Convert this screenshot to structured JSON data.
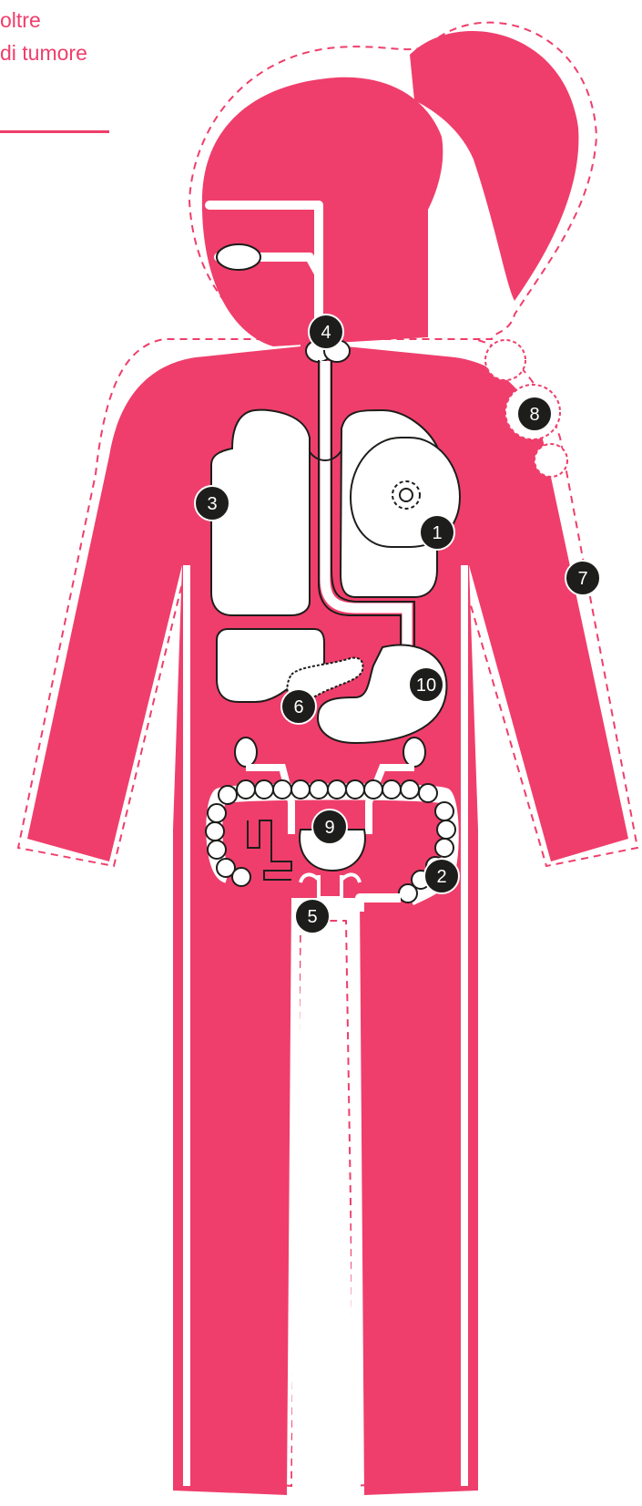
{
  "caption": {
    "line1": "oltre",
    "line2": "di tumore"
  },
  "colors": {
    "body": "#ef3e6b",
    "organs": "#ffffff",
    "outline": "#1d1d1b",
    "marker": "#1d1d1b"
  },
  "markers": [
    {
      "label": "1",
      "organ": "breast"
    },
    {
      "label": "2",
      "organ": "colon"
    },
    {
      "label": "3",
      "organ": "lung"
    },
    {
      "label": "4",
      "organ": "thyroid"
    },
    {
      "label": "5",
      "organ": "uterus"
    },
    {
      "label": "6",
      "organ": "pancreas"
    },
    {
      "label": "7",
      "organ": "skin"
    },
    {
      "label": "8",
      "organ": "lymph-nodes"
    },
    {
      "label": "9",
      "organ": "bladder"
    },
    {
      "label": "10",
      "organ": "stomach"
    }
  ]
}
